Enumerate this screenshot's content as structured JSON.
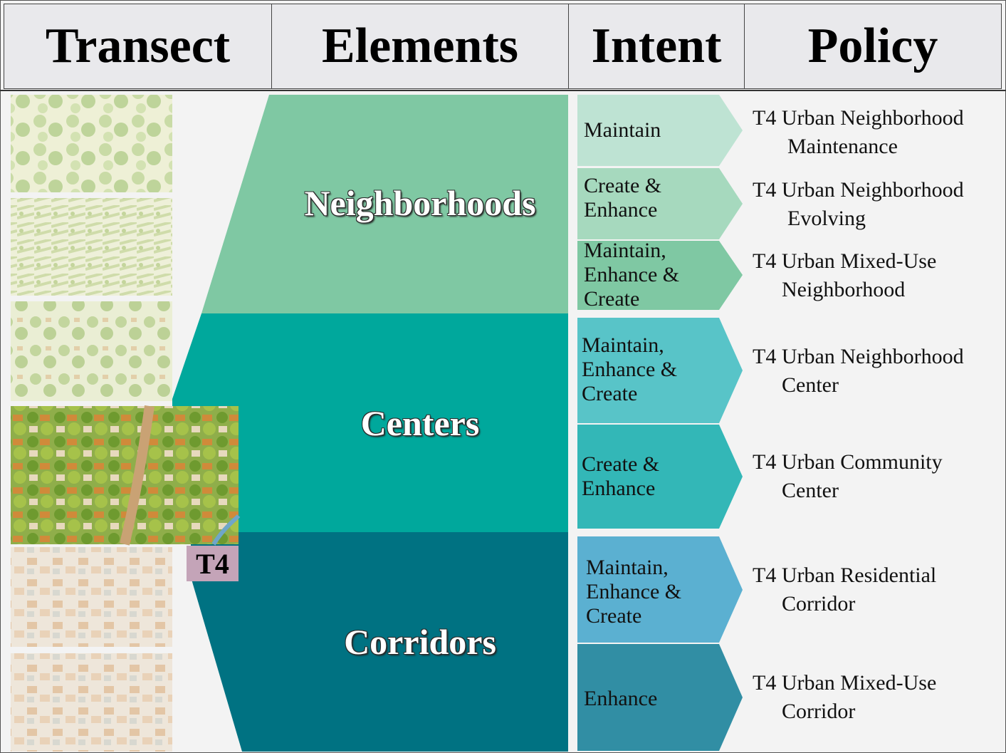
{
  "header": {
    "transect": "Transect",
    "elements": "Elements",
    "intent": "Intent",
    "policy": "Policy"
  },
  "transect": {
    "badge": "T4",
    "images": [
      "rural-landscape-image",
      "agricultural-landscape-image",
      "suburban-landscape-image",
      "urban-neighborhood-image",
      "urban-center-image",
      "downtown-image"
    ]
  },
  "elements": [
    {
      "label": "Neighborhoods",
      "color": "#7fc8a3"
    },
    {
      "label": "Centers",
      "color": "#00a89c"
    },
    {
      "label": "Corridors",
      "color": "#007282"
    }
  ],
  "rows": [
    {
      "intent": "Maintain",
      "policy1": "T4 Urban Neighborhood",
      "policy2": "Maintenance",
      "color": "#bee3d3"
    },
    {
      "intent": "Create &\nEnhance",
      "policy1": "T4 Urban Neighborhood",
      "policy2": "Evolving",
      "color": "#a6d9be"
    },
    {
      "intent": "Maintain,\nEnhance &\nCreate",
      "policy1": "T4 Urban Mixed-Use",
      "policy2": "Neighborhood",
      "color": "#7fc8a3"
    },
    {
      "intent": "Maintain,\nEnhance &\nCreate",
      "policy1": "T4 Urban Neighborhood",
      "policy2": "Center",
      "color": "#58c4c8"
    },
    {
      "intent": "Create &\nEnhance",
      "policy1": "T4 Urban Community",
      "policy2": "Center",
      "color": "#33b7b7"
    },
    {
      "intent": "Maintain,\nEnhance &\nCreate",
      "policy1": "T4 Urban Residential",
      "policy2": "Corridor",
      "color": "#5bb0d1"
    },
    {
      "intent": "Enhance",
      "policy1": "T4 Urban Mixed-Use",
      "policy2": "Corridor",
      "color": "#318ea4"
    }
  ]
}
